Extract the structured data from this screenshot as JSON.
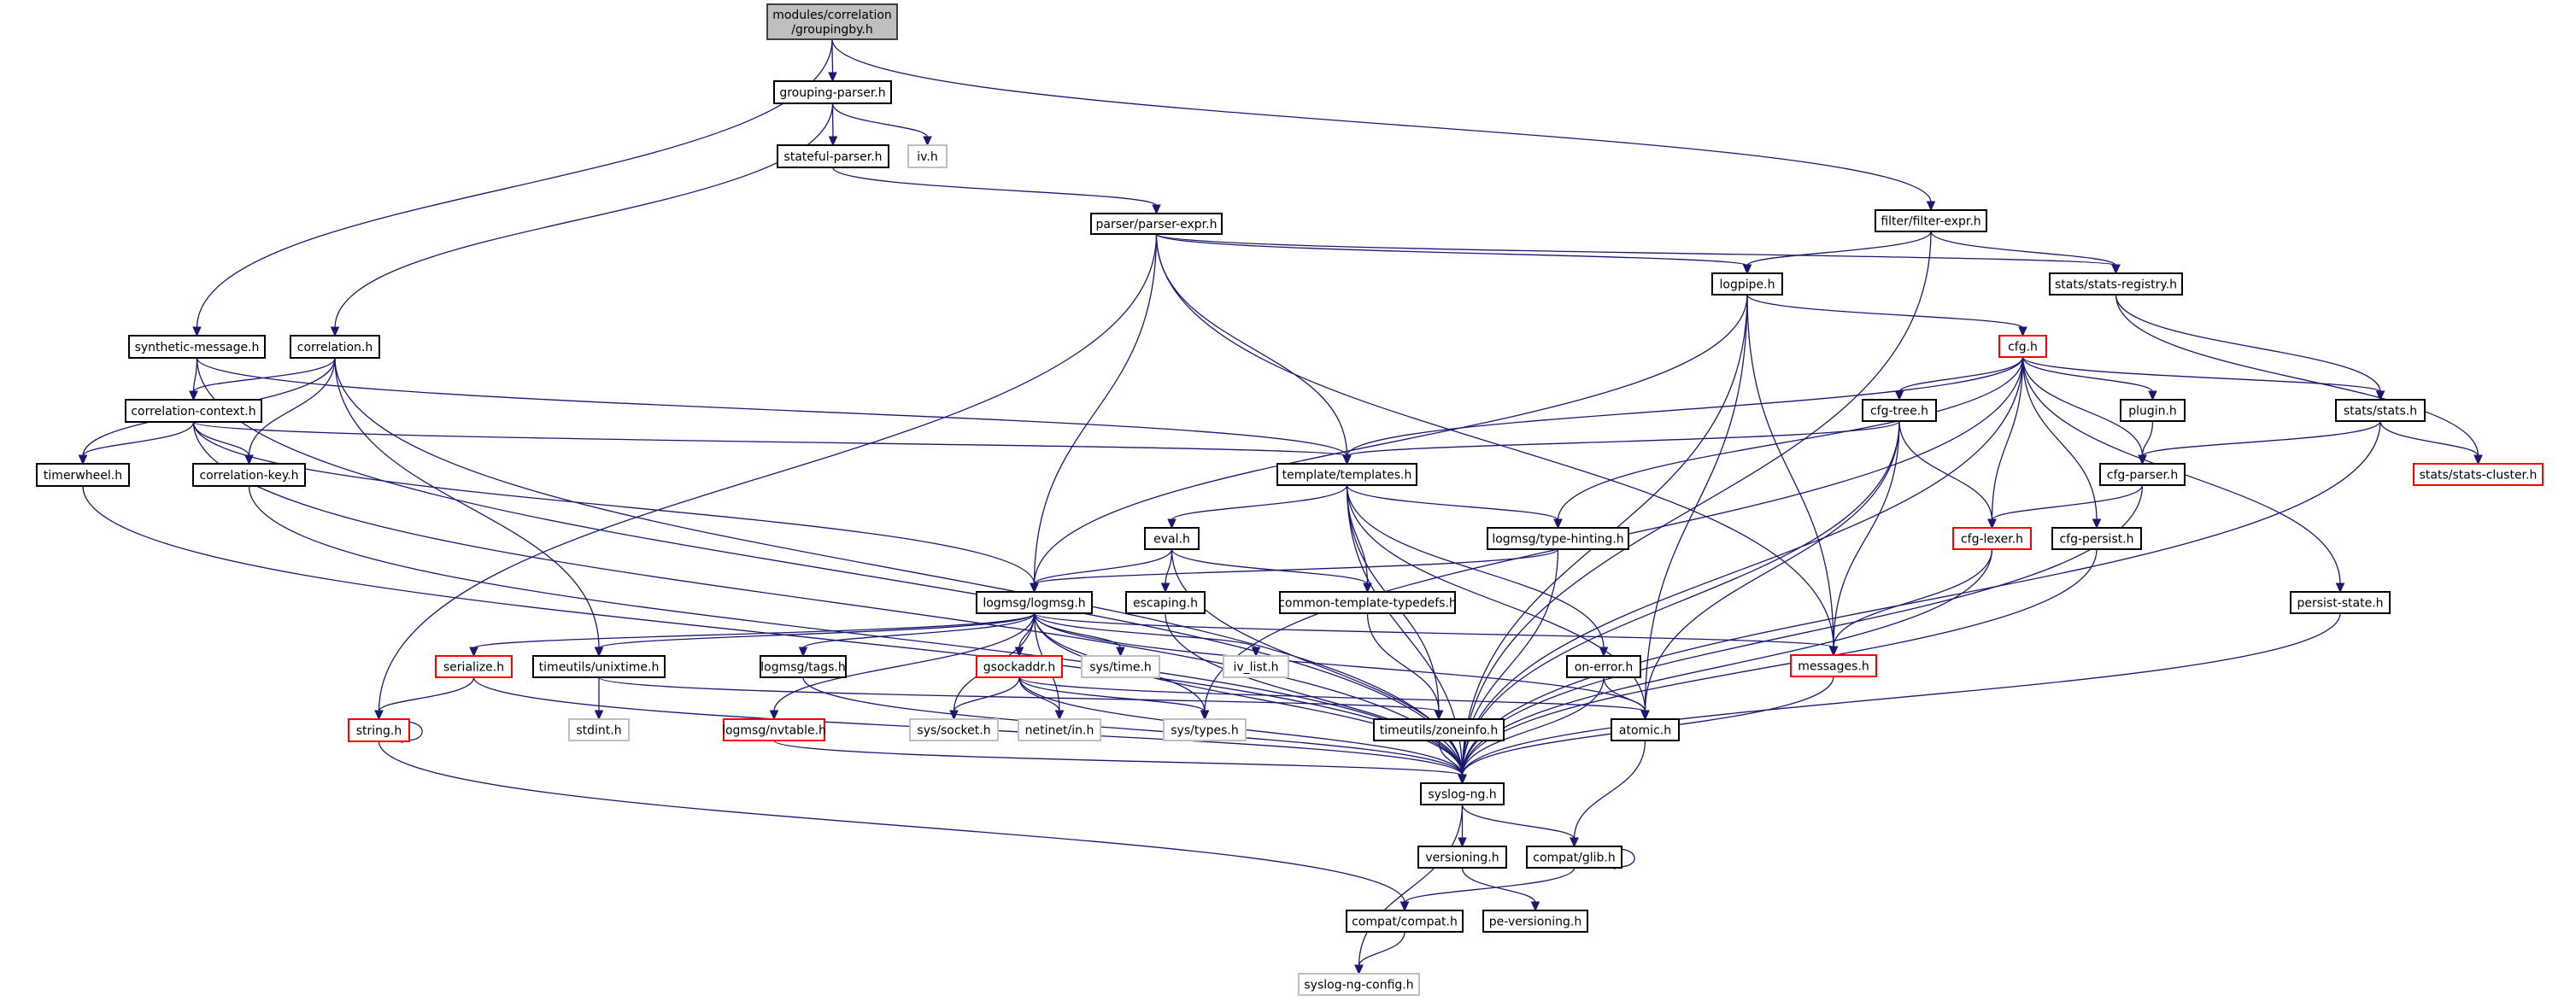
{
  "title": "modules/correlation/groupingby.h include dependency graph",
  "colors": {
    "edge": "#191970",
    "root_fill": "#bfbfbf",
    "node_border": "#000000",
    "incomplete_border": "#ff0000",
    "external_border": "#bfbfbf"
  },
  "nodes": [
    {
      "id": "groupingby",
      "lines": [
        "modules/correlation",
        "/groupingby.h"
      ],
      "kind": "root"
    },
    {
      "id": "grouping_parser",
      "lines": [
        "grouping-parser.h"
      ],
      "kind": "normal"
    },
    {
      "id": "stateful_parser",
      "lines": [
        "stateful-parser.h"
      ],
      "kind": "normal"
    },
    {
      "id": "iv",
      "lines": [
        "iv.h"
      ],
      "kind": "ext"
    },
    {
      "id": "parser_expr",
      "lines": [
        "parser/parser-expr.h"
      ],
      "kind": "normal"
    },
    {
      "id": "filter_expr",
      "lines": [
        "filter/filter-expr.h"
      ],
      "kind": "normal"
    },
    {
      "id": "logpipe",
      "lines": [
        "logpipe.h"
      ],
      "kind": "normal"
    },
    {
      "id": "stats_registry",
      "lines": [
        "stats/stats-registry.h"
      ],
      "kind": "normal"
    },
    {
      "id": "synthetic_message",
      "lines": [
        "synthetic-message.h"
      ],
      "kind": "normal"
    },
    {
      "id": "correlation",
      "lines": [
        "correlation.h"
      ],
      "kind": "normal"
    },
    {
      "id": "cfg",
      "lines": [
        "cfg.h"
      ],
      "kind": "red"
    },
    {
      "id": "correlation_context",
      "lines": [
        "correlation-context.h"
      ],
      "kind": "normal"
    },
    {
      "id": "cfg_tree",
      "lines": [
        "cfg-tree.h"
      ],
      "kind": "normal"
    },
    {
      "id": "plugin",
      "lines": [
        "plugin.h"
      ],
      "kind": "normal"
    },
    {
      "id": "stats",
      "lines": [
        "stats/stats.h"
      ],
      "kind": "normal"
    },
    {
      "id": "timerwheel",
      "lines": [
        "timerwheel.h"
      ],
      "kind": "normal"
    },
    {
      "id": "correlation_key",
      "lines": [
        "correlation-key.h"
      ],
      "kind": "normal"
    },
    {
      "id": "templates",
      "lines": [
        "template/templates.h"
      ],
      "kind": "normal"
    },
    {
      "id": "cfg_parser",
      "lines": [
        "cfg-parser.h"
      ],
      "kind": "normal"
    },
    {
      "id": "stats_cluster",
      "lines": [
        "stats/stats-cluster.h"
      ],
      "kind": "red"
    },
    {
      "id": "eval",
      "lines": [
        "eval.h"
      ],
      "kind": "normal"
    },
    {
      "id": "type_hinting",
      "lines": [
        "logmsg/type-hinting.h"
      ],
      "kind": "normal"
    },
    {
      "id": "cfg_lexer",
      "lines": [
        "cfg-lexer.h"
      ],
      "kind": "red"
    },
    {
      "id": "cfg_persist",
      "lines": [
        "cfg-persist.h"
      ],
      "kind": "normal"
    },
    {
      "id": "logmsg",
      "lines": [
        "logmsg/logmsg.h"
      ],
      "kind": "normal"
    },
    {
      "id": "escaping",
      "lines": [
        "escaping.h"
      ],
      "kind": "normal"
    },
    {
      "id": "common_template_typedefs",
      "lines": [
        "common-template-typedefs.h"
      ],
      "kind": "normal"
    },
    {
      "id": "persist_state",
      "lines": [
        "persist-state.h"
      ],
      "kind": "normal"
    },
    {
      "id": "serialize",
      "lines": [
        "serialize.h"
      ],
      "kind": "red"
    },
    {
      "id": "unixtime",
      "lines": [
        "timeutils/unixtime.h"
      ],
      "kind": "normal"
    },
    {
      "id": "tags",
      "lines": [
        "logmsg/tags.h"
      ],
      "kind": "normal"
    },
    {
      "id": "gsockaddr",
      "lines": [
        "gsockaddr.h"
      ],
      "kind": "red"
    },
    {
      "id": "sys_time",
      "lines": [
        "sys/time.h"
      ],
      "kind": "ext"
    },
    {
      "id": "iv_list",
      "lines": [
        "iv_list.h"
      ],
      "kind": "ext"
    },
    {
      "id": "messages",
      "lines": [
        "messages.h"
      ],
      "kind": "red"
    },
    {
      "id": "on_error",
      "lines": [
        "on-error.h"
      ],
      "kind": "normal"
    },
    {
      "id": "string",
      "lines": [
        "string.h"
      ],
      "kind": "red"
    },
    {
      "id": "stdint",
      "lines": [
        "stdint.h"
      ],
      "kind": "ext"
    },
    {
      "id": "nvtable",
      "lines": [
        "logmsg/nvtable.h"
      ],
      "kind": "red"
    },
    {
      "id": "sys_socket",
      "lines": [
        "sys/socket.h"
      ],
      "kind": "ext"
    },
    {
      "id": "netinet_in",
      "lines": [
        "netinet/in.h"
      ],
      "kind": "ext"
    },
    {
      "id": "sys_types",
      "lines": [
        "sys/types.h"
      ],
      "kind": "ext"
    },
    {
      "id": "zoneinfo",
      "lines": [
        "timeutils/zoneinfo.h"
      ],
      "kind": "normal"
    },
    {
      "id": "atomic",
      "lines": [
        "atomic.h"
      ],
      "kind": "normal"
    },
    {
      "id": "syslog_ng",
      "lines": [
        "syslog-ng.h"
      ],
      "kind": "normal"
    },
    {
      "id": "versioning",
      "lines": [
        "versioning.h"
      ],
      "kind": "normal"
    },
    {
      "id": "compat_glib",
      "lines": [
        "compat/glib.h"
      ],
      "kind": "normal"
    },
    {
      "id": "compat_compat",
      "lines": [
        "compat/compat.h"
      ],
      "kind": "normal"
    },
    {
      "id": "pe_versioning",
      "lines": [
        "pe-versioning.h"
      ],
      "kind": "normal"
    },
    {
      "id": "syslog_ng_config",
      "lines": [
        "syslog-ng-config.h"
      ],
      "kind": "ext"
    }
  ],
  "edges": [
    [
      "groupingby",
      "grouping_parser"
    ],
    [
      "groupingby",
      "synthetic_message"
    ],
    [
      "groupingby",
      "filter_expr"
    ],
    [
      "grouping_parser",
      "stateful_parser"
    ],
    [
      "grouping_parser",
      "iv"
    ],
    [
      "grouping_parser",
      "correlation"
    ],
    [
      "stateful_parser",
      "parser_expr"
    ],
    [
      "parser_expr",
      "logpipe"
    ],
    [
      "parser_expr",
      "stats_registry"
    ],
    [
      "parser_expr",
      "templates"
    ],
    [
      "parser_expr",
      "logmsg"
    ],
    [
      "parser_expr",
      "messages"
    ],
    [
      "parser_expr",
      "string"
    ],
    [
      "filter_expr",
      "logpipe"
    ],
    [
      "filter_expr",
      "stats_registry"
    ],
    [
      "filter_expr",
      "syslog_ng"
    ],
    [
      "logpipe",
      "cfg"
    ],
    [
      "logpipe",
      "logmsg"
    ],
    [
      "logpipe",
      "messages"
    ],
    [
      "logpipe",
      "syslog_ng"
    ],
    [
      "logpipe",
      "atomic"
    ],
    [
      "stats_registry",
      "stats"
    ],
    [
      "stats_registry",
      "stats_cluster"
    ],
    [
      "synthetic_message",
      "correlation_context"
    ],
    [
      "synthetic_message",
      "templates"
    ],
    [
      "synthetic_message",
      "syslog_ng"
    ],
    [
      "correlation",
      "correlation_context"
    ],
    [
      "correlation",
      "correlation_key"
    ],
    [
      "correlation",
      "timerwheel"
    ],
    [
      "correlation",
      "unixtime"
    ],
    [
      "correlation",
      "syslog_ng"
    ],
    [
      "correlation_context",
      "timerwheel"
    ],
    [
      "correlation_context",
      "correlation_key"
    ],
    [
      "correlation_context",
      "templates"
    ],
    [
      "correlation_context",
      "logmsg"
    ],
    [
      "correlation_context",
      "syslog_ng"
    ],
    [
      "cfg",
      "cfg_tree"
    ],
    [
      "cfg",
      "plugin"
    ],
    [
      "cfg",
      "stats"
    ],
    [
      "cfg",
      "cfg_parser"
    ],
    [
      "cfg",
      "cfg_lexer"
    ],
    [
      "cfg",
      "cfg_persist"
    ],
    [
      "cfg",
      "templates"
    ],
    [
      "cfg",
      "type_hinting"
    ],
    [
      "cfg",
      "persist_state"
    ],
    [
      "cfg",
      "sys_types"
    ],
    [
      "cfg",
      "syslog_ng"
    ],
    [
      "cfg_tree",
      "templates"
    ],
    [
      "cfg_tree",
      "cfg_lexer"
    ],
    [
      "cfg_tree",
      "messages"
    ],
    [
      "cfg_tree",
      "atomic"
    ],
    [
      "cfg_tree",
      "syslog_ng"
    ],
    [
      "plugin",
      "cfg_parser"
    ],
    [
      "stats",
      "cfg_parser"
    ],
    [
      "stats",
      "stats_cluster"
    ],
    [
      "stats",
      "syslog_ng"
    ],
    [
      "timerwheel",
      "syslog_ng"
    ],
    [
      "correlation_key",
      "syslog_ng"
    ],
    [
      "templates",
      "eval"
    ],
    [
      "templates",
      "type_hinting"
    ],
    [
      "templates",
      "common_template_typedefs"
    ],
    [
      "templates",
      "on_error"
    ],
    [
      "templates",
      "atomic"
    ],
    [
      "templates",
      "zoneinfo"
    ],
    [
      "templates",
      "syslog_ng"
    ],
    [
      "cfg_parser",
      "cfg_lexer"
    ],
    [
      "cfg_parser",
      "syslog_ng"
    ],
    [
      "eval",
      "logmsg"
    ],
    [
      "eval",
      "escaping"
    ],
    [
      "eval",
      "common_template_typedefs"
    ],
    [
      "eval",
      "syslog_ng"
    ],
    [
      "type_hinting",
      "logmsg"
    ],
    [
      "type_hinting",
      "syslog_ng"
    ],
    [
      "cfg_lexer",
      "messages"
    ],
    [
      "cfg_lexer",
      "syslog_ng"
    ],
    [
      "cfg_persist",
      "syslog_ng"
    ],
    [
      "logmsg",
      "serialize"
    ],
    [
      "logmsg",
      "unixtime"
    ],
    [
      "logmsg",
      "tags"
    ],
    [
      "logmsg",
      "gsockaddr"
    ],
    [
      "logmsg",
      "sys_time"
    ],
    [
      "logmsg",
      "iv_list"
    ],
    [
      "logmsg",
      "messages"
    ],
    [
      "logmsg",
      "nvtable"
    ],
    [
      "logmsg",
      "sys_socket"
    ],
    [
      "logmsg",
      "netinet_in"
    ],
    [
      "logmsg",
      "sys_types"
    ],
    [
      "logmsg",
      "atomic"
    ],
    [
      "logmsg",
      "syslog_ng"
    ],
    [
      "escaping",
      "syslog_ng"
    ],
    [
      "common_template_typedefs",
      "zoneinfo"
    ],
    [
      "persist_state",
      "syslog_ng"
    ],
    [
      "serialize",
      "string"
    ],
    [
      "serialize",
      "syslog_ng"
    ],
    [
      "unixtime",
      "stdint"
    ],
    [
      "unixtime",
      "zoneinfo"
    ],
    [
      "tags",
      "syslog_ng"
    ],
    [
      "gsockaddr",
      "sys_socket"
    ],
    [
      "gsockaddr",
      "netinet_in"
    ],
    [
      "gsockaddr",
      "sys_types"
    ],
    [
      "gsockaddr",
      "atomic"
    ],
    [
      "gsockaddr",
      "syslog_ng"
    ],
    [
      "messages",
      "syslog_ng"
    ],
    [
      "on_error",
      "atomic"
    ],
    [
      "on_error",
      "syslog_ng"
    ],
    [
      "string",
      "string"
    ],
    [
      "string",
      "compat_compat"
    ],
    [
      "nvtable",
      "syslog_ng"
    ],
    [
      "zoneinfo",
      "syslog_ng"
    ],
    [
      "atomic",
      "compat_glib"
    ],
    [
      "syslog_ng",
      "versioning"
    ],
    [
      "syslog_ng",
      "compat_glib"
    ],
    [
      "syslog_ng",
      "syslog_ng_config"
    ],
    [
      "versioning",
      "pe_versioning"
    ],
    [
      "compat_glib",
      "compat_glib"
    ],
    [
      "compat_glib",
      "compat_compat"
    ],
    [
      "compat_compat",
      "syslog_ng_config"
    ]
  ]
}
